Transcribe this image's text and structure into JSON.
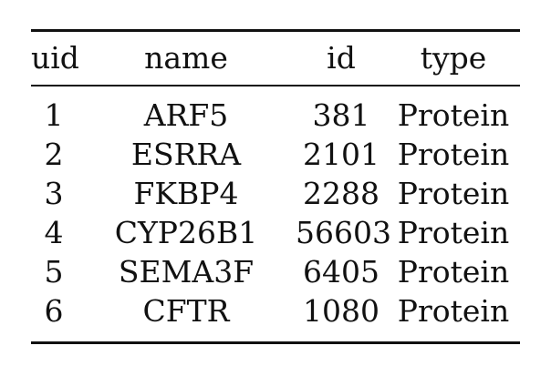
{
  "table": {
    "headers": [
      "uid",
      "name",
      "id",
      "type"
    ],
    "rows": [
      [
        "1",
        "ARF5",
        "381",
        "Protein"
      ],
      [
        "2",
        "ESRRA",
        "2101",
        "Protein"
      ],
      [
        "3",
        "FKBP4",
        "2288",
        "Protein"
      ],
      [
        "4",
        "CYP26B1",
        "56603",
        "Protein"
      ],
      [
        "5",
        "SEMA3F",
        "6405",
        "Protein"
      ],
      [
        "6",
        "CFTR",
        "1080",
        "Protein"
      ]
    ]
  }
}
